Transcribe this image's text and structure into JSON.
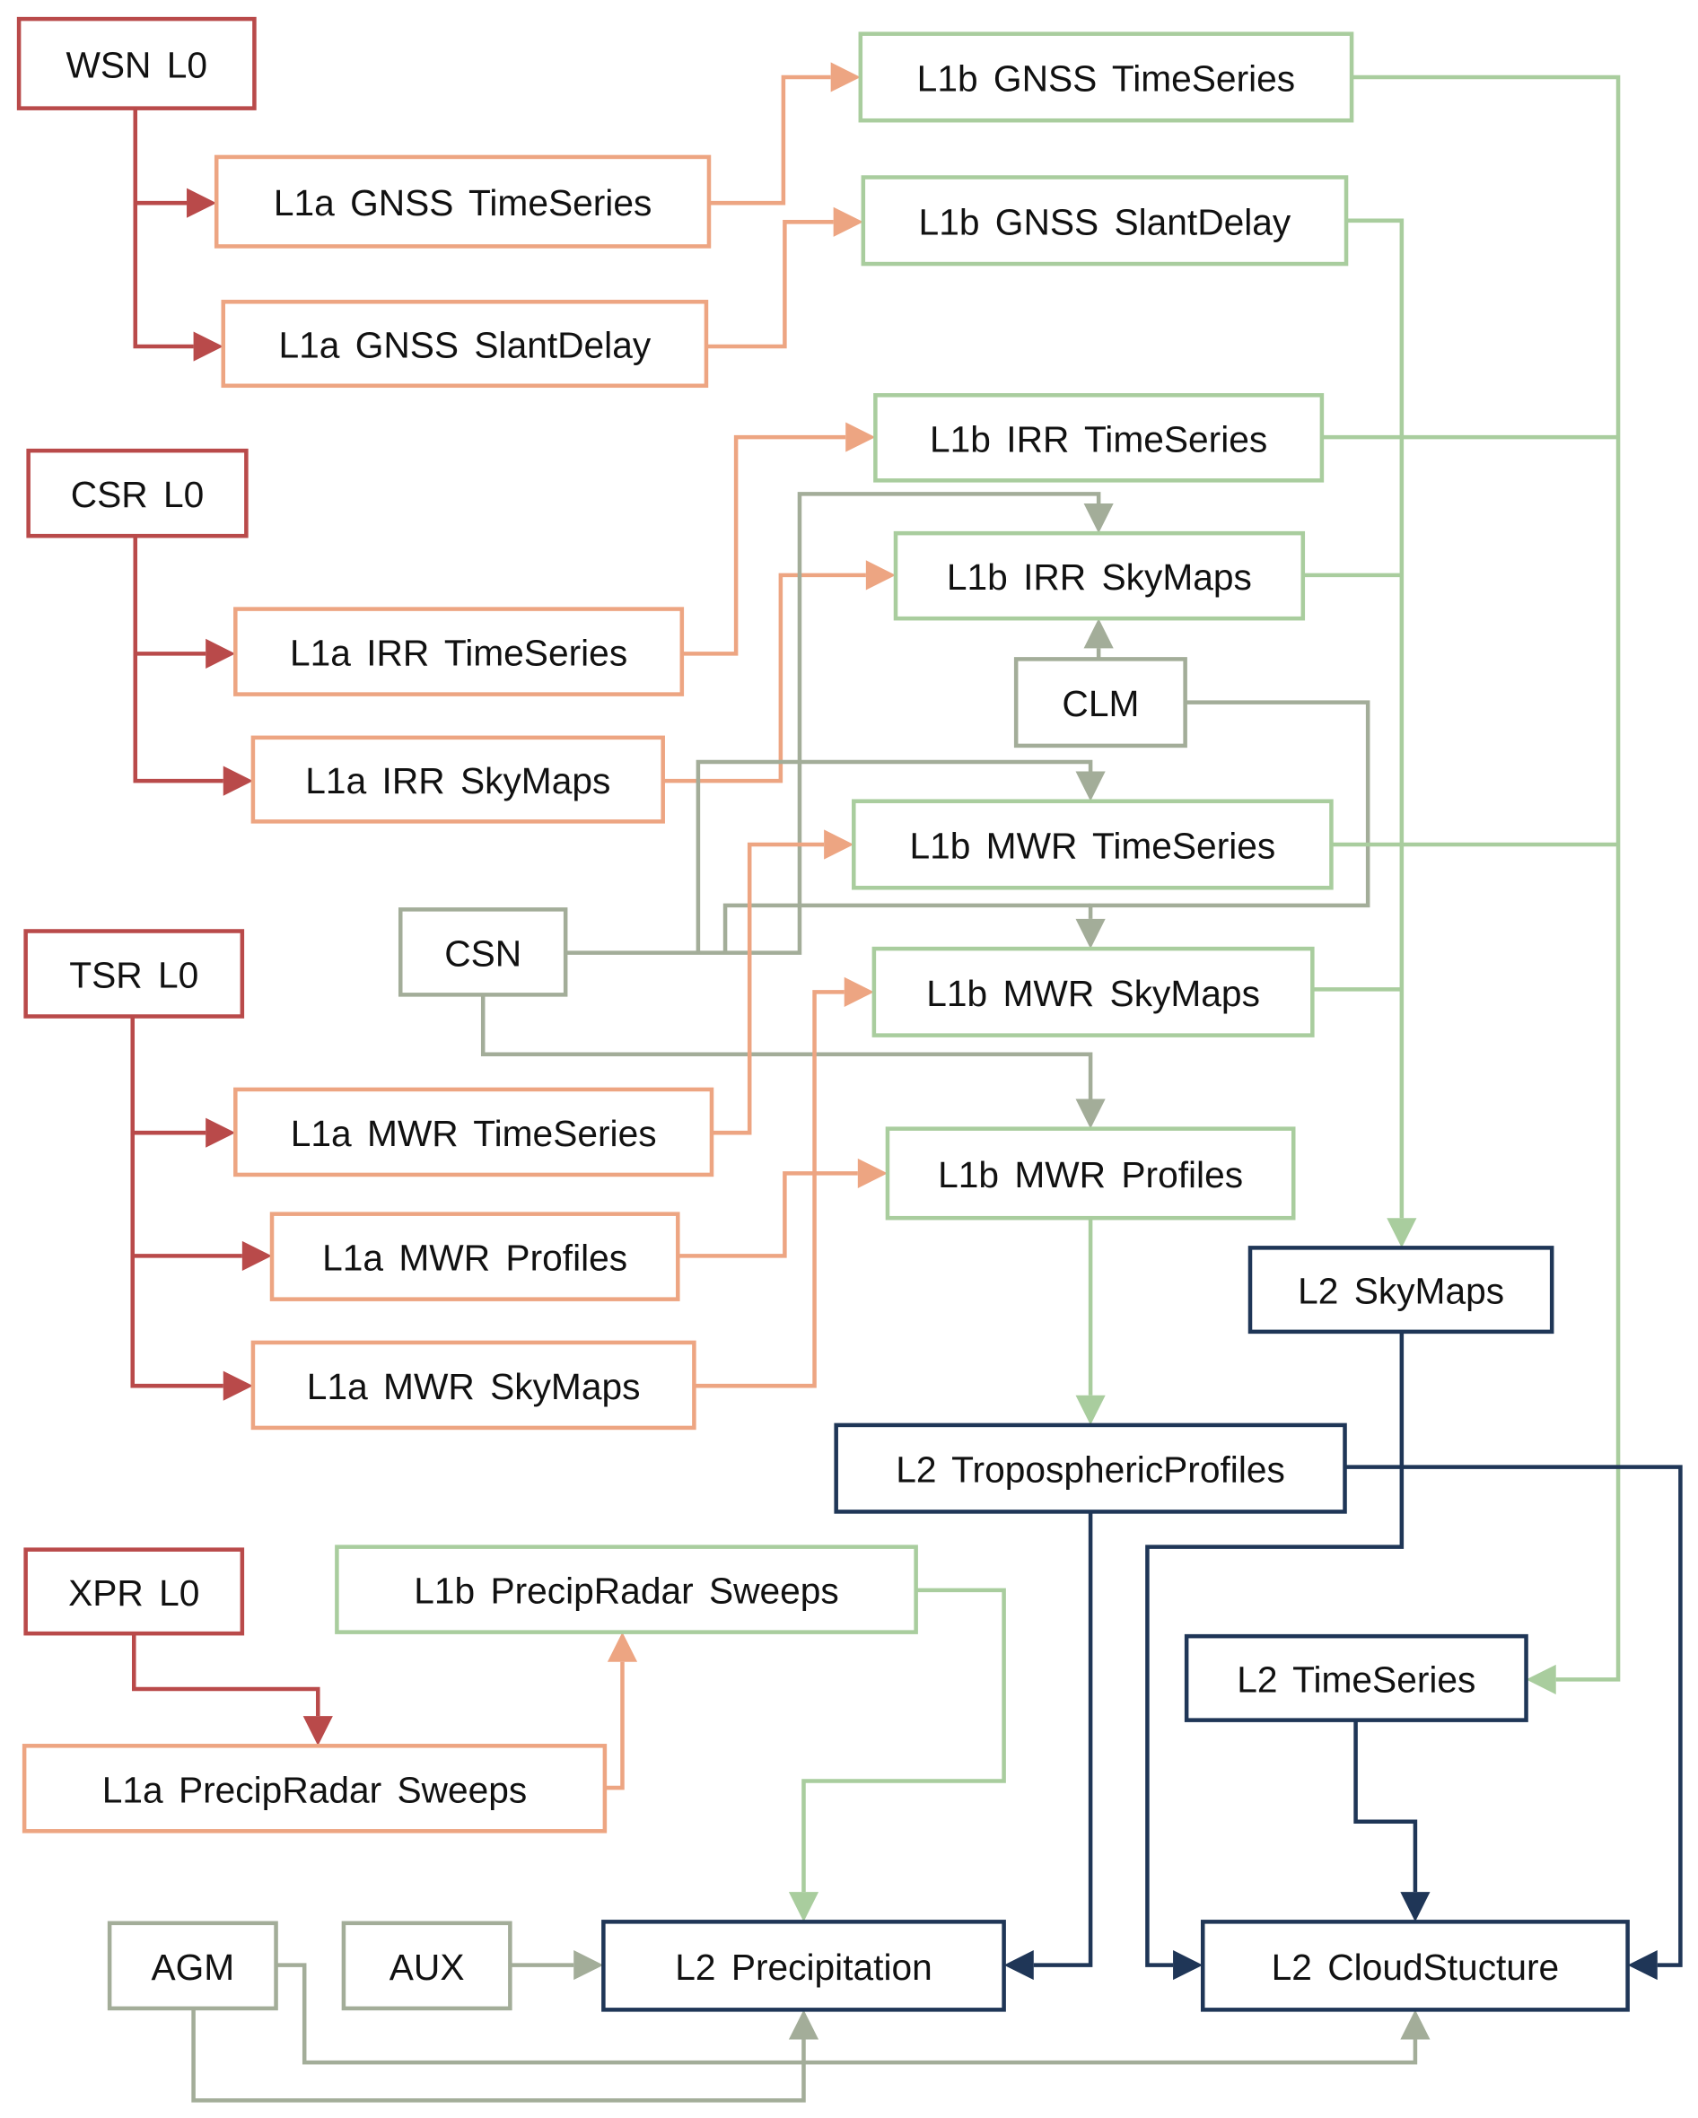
{
  "diagram": {
    "title": "",
    "colors": {
      "L0": "#b94a4a",
      "L1a": "#eda582",
      "L1b": "#a9cd9e",
      "AUXSRC": "#a3ad99",
      "L2": "#1f3657"
    },
    "nodes": [
      {
        "id": "wsn_l0",
        "label": "WSN L0",
        "level": "L0"
      },
      {
        "id": "l1a_gnss_ts",
        "label": "L1a GNSS TimeSeries",
        "level": "L1a"
      },
      {
        "id": "l1a_gnss_sd",
        "label": "L1a GNSS SlantDelay",
        "level": "L1a"
      },
      {
        "id": "l1b_gnss_ts",
        "label": "L1b GNSS TimeSeries",
        "level": "L1b"
      },
      {
        "id": "l1b_gnss_sd",
        "label": "L1b GNSS SlantDelay",
        "level": "L1b"
      },
      {
        "id": "csr_l0",
        "label": "CSR L0",
        "level": "L0"
      },
      {
        "id": "l1b_irr_ts",
        "label": "L1b IRR TimeSeries",
        "level": "L1b"
      },
      {
        "id": "l1b_irr_sm",
        "label": "L1b IRR SkyMaps",
        "level": "L1b"
      },
      {
        "id": "l1a_irr_ts",
        "label": "L1a IRR TimeSeries",
        "level": "L1a"
      },
      {
        "id": "clm",
        "label": "CLM",
        "level": "AUXSRC"
      },
      {
        "id": "l1a_irr_sm",
        "label": "L1a IRR SkyMaps",
        "level": "L1a"
      },
      {
        "id": "l1b_mwr_ts",
        "label": "L1b MWR TimeSeries",
        "level": "L1b"
      },
      {
        "id": "csn",
        "label": "CSN",
        "level": "AUXSRC"
      },
      {
        "id": "tsr_l0",
        "label": "TSR L0",
        "level": "L0"
      },
      {
        "id": "l1b_mwr_sm",
        "label": "L1b MWR SkyMaps",
        "level": "L1b"
      },
      {
        "id": "l1a_mwr_ts",
        "label": "L1a MWR TimeSeries",
        "level": "L1a"
      },
      {
        "id": "l1b_mwr_pr",
        "label": "L1b MWR Profiles",
        "level": "L1b"
      },
      {
        "id": "l2_skymaps",
        "label": "L2 SkyMaps",
        "level": "L2"
      },
      {
        "id": "l1a_mwr_pr",
        "label": "L1a MWR Profiles",
        "level": "L1a"
      },
      {
        "id": "l1a_mwr_sm",
        "label": "L1a MWR SkyMaps",
        "level": "L1a"
      },
      {
        "id": "l2_tropo",
        "label": "L2 TroposphericProfiles",
        "level": "L2"
      },
      {
        "id": "xpr_l0",
        "label": "XPR L0",
        "level": "L0"
      },
      {
        "id": "l1b_precip",
        "label": "L1b PrecipRadar Sweeps",
        "level": "L1b"
      },
      {
        "id": "l2_timeseries",
        "label": "L2 TimeSeries",
        "level": "L2"
      },
      {
        "id": "l1a_precip",
        "label": "L1a PrecipRadar Sweeps",
        "level": "L1a"
      },
      {
        "id": "agm",
        "label": "AGM",
        "level": "AUXSRC"
      },
      {
        "id": "aux",
        "label": "AUX",
        "level": "AUXSRC"
      },
      {
        "id": "l2_precipitation",
        "label": "L2 Precipitation",
        "level": "L2"
      },
      {
        "id": "l2_cloud",
        "label": "L2 CloudStucture",
        "level": "L2"
      }
    ],
    "edges": [
      {
        "from": "wsn_l0",
        "to": "l1a_gnss_ts",
        "level": "L0"
      },
      {
        "from": "wsn_l0",
        "to": "l1a_gnss_sd",
        "level": "L0"
      },
      {
        "from": "l1a_gnss_ts",
        "to": "l1b_gnss_ts",
        "level": "L1a"
      },
      {
        "from": "l1a_gnss_sd",
        "to": "l1b_gnss_sd",
        "level": "L1a"
      },
      {
        "from": "csr_l0",
        "to": "l1a_irr_ts",
        "level": "L0"
      },
      {
        "from": "csr_l0",
        "to": "l1a_irr_sm",
        "level": "L0"
      },
      {
        "from": "l1a_irr_ts",
        "to": "l1b_irr_ts",
        "level": "L1a"
      },
      {
        "from": "l1a_irr_sm",
        "to": "l1b_irr_sm",
        "level": "L1a"
      },
      {
        "from": "clm",
        "to": "l1b_irr_sm",
        "level": "AUXSRC"
      },
      {
        "from": "clm",
        "to": "l1b_mwr_sm",
        "level": "AUXSRC"
      },
      {
        "from": "csn",
        "to": "l1b_irr_sm",
        "level": "AUXSRC"
      },
      {
        "from": "csn",
        "to": "l1b_mwr_ts",
        "level": "AUXSRC"
      },
      {
        "from": "csn",
        "to": "l1b_mwr_sm",
        "level": "AUXSRC"
      },
      {
        "from": "csn",
        "to": "l1b_mwr_pr",
        "level": "AUXSRC"
      },
      {
        "from": "tsr_l0",
        "to": "l1a_mwr_ts",
        "level": "L0"
      },
      {
        "from": "tsr_l0",
        "to": "l1a_mwr_pr",
        "level": "L0"
      },
      {
        "from": "tsr_l0",
        "to": "l1a_mwr_sm",
        "level": "L0"
      },
      {
        "from": "l1a_mwr_ts",
        "to": "l1b_mwr_ts",
        "level": "L1a"
      },
      {
        "from": "l1a_mwr_pr",
        "to": "l1b_mwr_pr",
        "level": "L1a"
      },
      {
        "from": "l1a_mwr_sm",
        "to": "l1b_mwr_sm",
        "level": "L1a"
      },
      {
        "from": "l1b_gnss_sd",
        "to": "l2_skymaps",
        "level": "L1b"
      },
      {
        "from": "l1b_irr_sm",
        "to": "l2_skymaps",
        "level": "L1b"
      },
      {
        "from": "l1b_mwr_sm",
        "to": "l2_skymaps",
        "level": "L1b"
      },
      {
        "from": "l1b_gnss_ts",
        "to": "l2_timeseries",
        "level": "L1b"
      },
      {
        "from": "l1b_irr_ts",
        "to": "l2_timeseries",
        "level": "L1b"
      },
      {
        "from": "l1b_mwr_ts",
        "to": "l2_timeseries",
        "level": "L1b"
      },
      {
        "from": "l1b_mwr_pr",
        "to": "l2_tropo",
        "level": "L1b"
      },
      {
        "from": "xpr_l0",
        "to": "l1a_precip",
        "level": "L0"
      },
      {
        "from": "l1a_precip",
        "to": "l1b_precip",
        "level": "L1a"
      },
      {
        "from": "l1b_precip",
        "to": "l2_precipitation",
        "level": "L1b"
      },
      {
        "from": "l2_tropo",
        "to": "l2_precipitation",
        "level": "L2"
      },
      {
        "from": "l2_tropo",
        "to": "l2_cloud",
        "level": "L2"
      },
      {
        "from": "l2_skymaps",
        "to": "l2_cloud",
        "level": "L2"
      },
      {
        "from": "l2_timeseries",
        "to": "l2_cloud",
        "level": "L2"
      },
      {
        "from": "aux",
        "to": "l2_precipitation",
        "level": "AUXSRC"
      },
      {
        "from": "agm",
        "to": "l2_precipitation",
        "level": "AUXSRC"
      },
      {
        "from": "agm",
        "to": "l2_cloud",
        "level": "AUXSRC"
      }
    ]
  }
}
